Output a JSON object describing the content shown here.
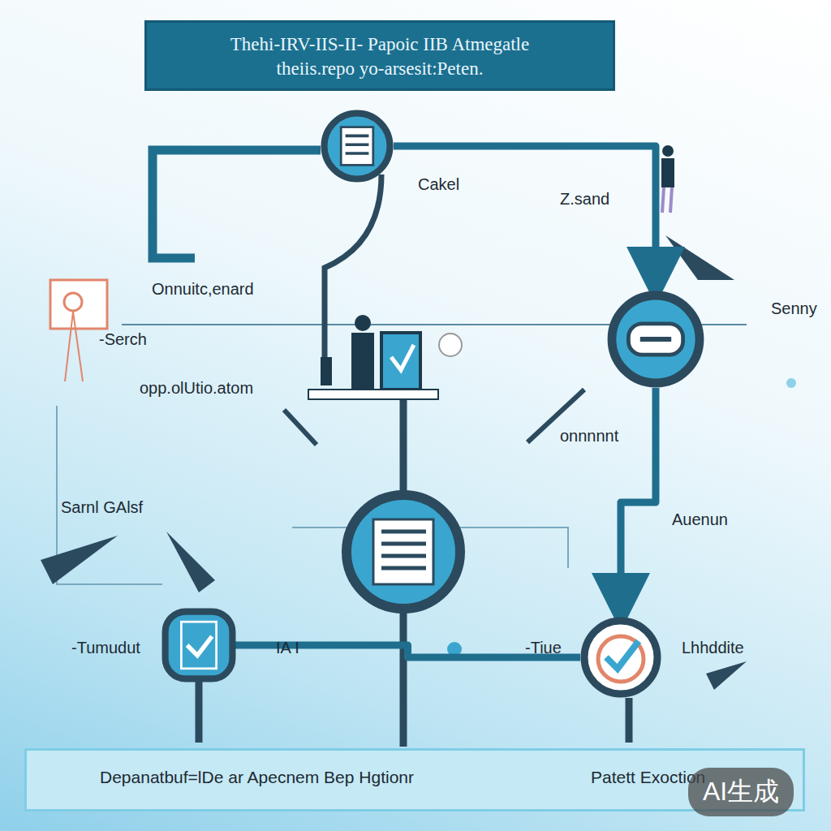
{
  "diagram": {
    "title": "Thehi-IRV-IIS-II- Papoic IIB Atmegatle theiis.repo yo-arsesit:Peten.",
    "nodes": [
      {
        "text": [
          "Cakel"
        ]
      },
      {
        "text": [
          "Senny"
        ]
      },
      {
        "text": [
          "-Tumudut"
        ]
      },
      {
        "text": [
          "-Tiue"
        ]
      },
      {
        "text": [
          "Depanatbuf=lDe ar Apecnem Bep Hgtionr",
          "Patett Exoction"
        ]
      }
    ],
    "edges": [
      {
        "from": 0,
        "to": 1,
        "arrow": "to"
      },
      {
        "from": 1,
        "to": 3,
        "arrow": "to"
      },
      {
        "from": 2,
        "to": 3,
        "arrow": "none"
      }
    ],
    "labels": [
      "Z.sand",
      "Onnuitc,enard",
      "-Serch",
      "opp.olUtio.atom",
      "onnnnnt",
      "Sarnl GAlsf",
      "Auenun",
      "IA I",
      "Lhhddite",
      "AI生成"
    ]
  }
}
